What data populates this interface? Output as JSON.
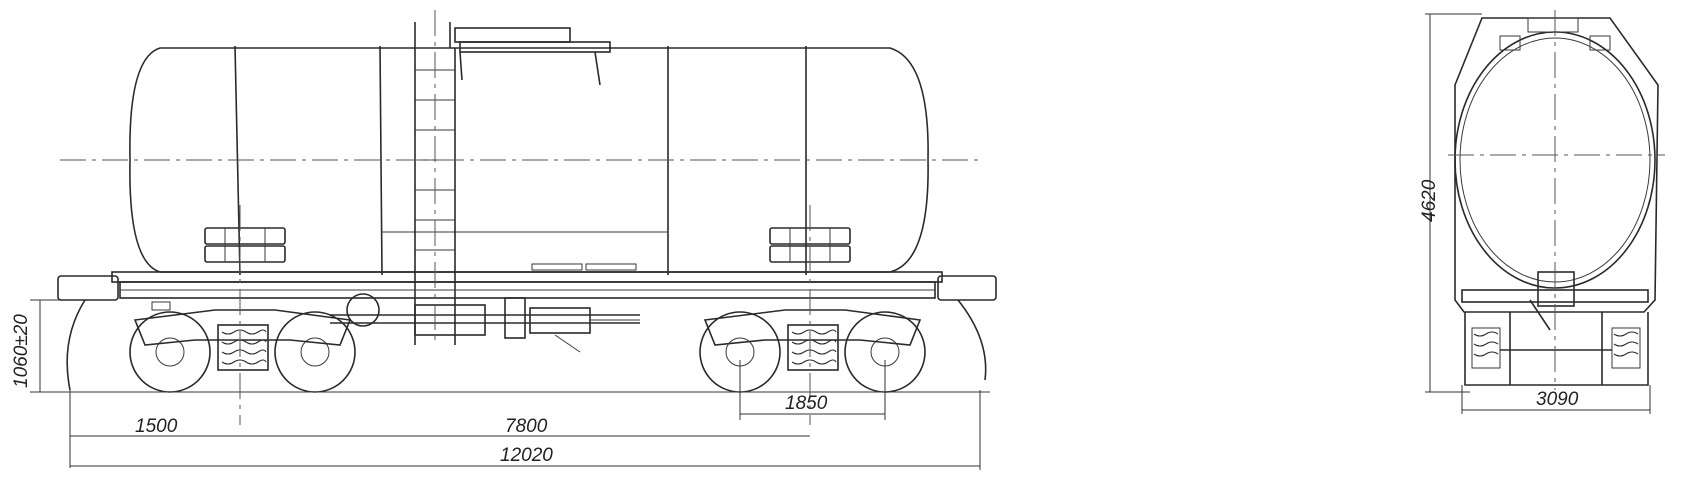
{
  "dimensions": {
    "coupler_height": "1060±20",
    "end_to_bogie": "1500",
    "bogie_base": "7800",
    "wheelbase": "1850",
    "overall_length": "12020",
    "overall_height": "4620",
    "overall_width": "3090"
  },
  "colors": {
    "ink": "#2a2a2a",
    "paper": "#ffffff"
  }
}
